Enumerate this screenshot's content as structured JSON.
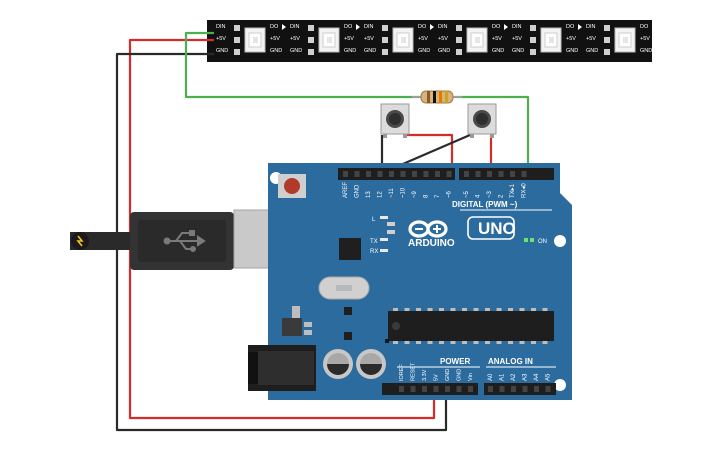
{
  "led_strip": {
    "pixel_count": 6,
    "labels": {
      "din": "DIN",
      "dout": "DO",
      "vcc": "+5V",
      "gnd": "GND"
    }
  },
  "resistor": {
    "bands": [
      "#8b5a2b",
      "#111111",
      "#e07b00",
      "#c9a227"
    ]
  },
  "wires": {
    "red": "#d62b2b",
    "black": "#2a2a2a",
    "green": "#4caf50"
  },
  "arduino": {
    "board_color": "#2c6b9e",
    "logo_text": "ARDUINO",
    "model_text": "UNO",
    "digital_label": "DIGITAL (PWM ~)",
    "analog_label": "ANALOG IN",
    "power_label": "POWER",
    "on_label": "ON",
    "l_label": "L",
    "tx_label": "TX",
    "rx_label": "RX",
    "digital_pins": [
      "AREF",
      "GND",
      "13",
      "12",
      "~11",
      "~10",
      "~9",
      "8",
      "7",
      "~6",
      "~5",
      "4",
      "~3",
      "2",
      "TX▸1",
      "RX◂0"
    ],
    "power_pins": [
      "IOREF",
      "RESET",
      "3.3V",
      "5V",
      "GND",
      "GND",
      "Vin"
    ],
    "analog_pins": [
      "A0",
      "A1",
      "A2",
      "A3",
      "A4",
      "A5"
    ]
  }
}
